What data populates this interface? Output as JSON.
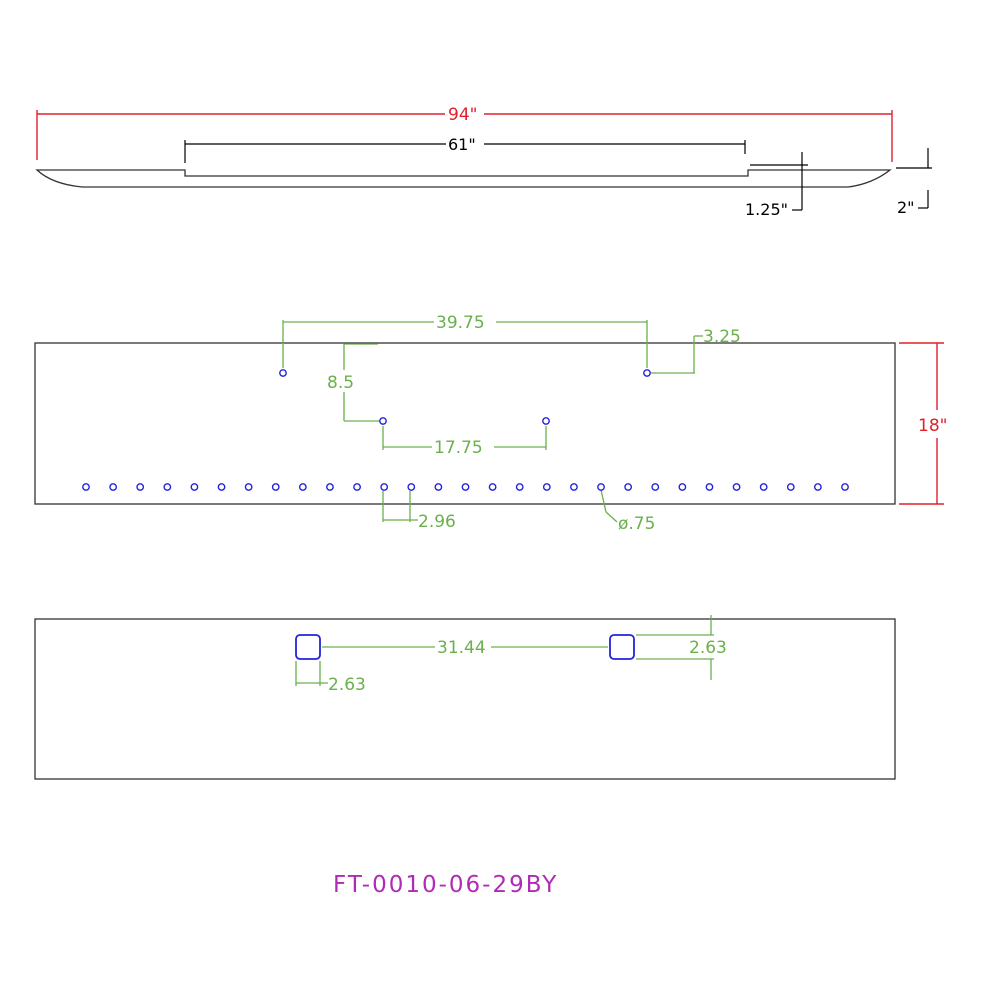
{
  "colors": {
    "outline": "#333333",
    "overall_dimension": "#e0202a",
    "side_dimension": "#000000",
    "hole_dimension": "#6ab04c",
    "holes": "#2222dd",
    "part_number": "#b02ab8"
  },
  "side_view": {
    "overall_length": "94\"",
    "flat_section": "61\"",
    "step_depth": "1.25\"",
    "end_height": "2\""
  },
  "top_view": {
    "height": "18\"",
    "upper_hole_spacing": "39.75",
    "upper_hole_offset": "3.25",
    "vertical_offset": "8.5",
    "inner_hole_spacing": "17.75",
    "row_hole_pitch": "2.96",
    "hole_diameter": "ø.75",
    "row_hole_count": 29
  },
  "bottom_view": {
    "slot_spacing": "31.44",
    "slot_height": "2.63",
    "slot_width": "2.63"
  },
  "part_number": "FT-0010-06-29BY"
}
